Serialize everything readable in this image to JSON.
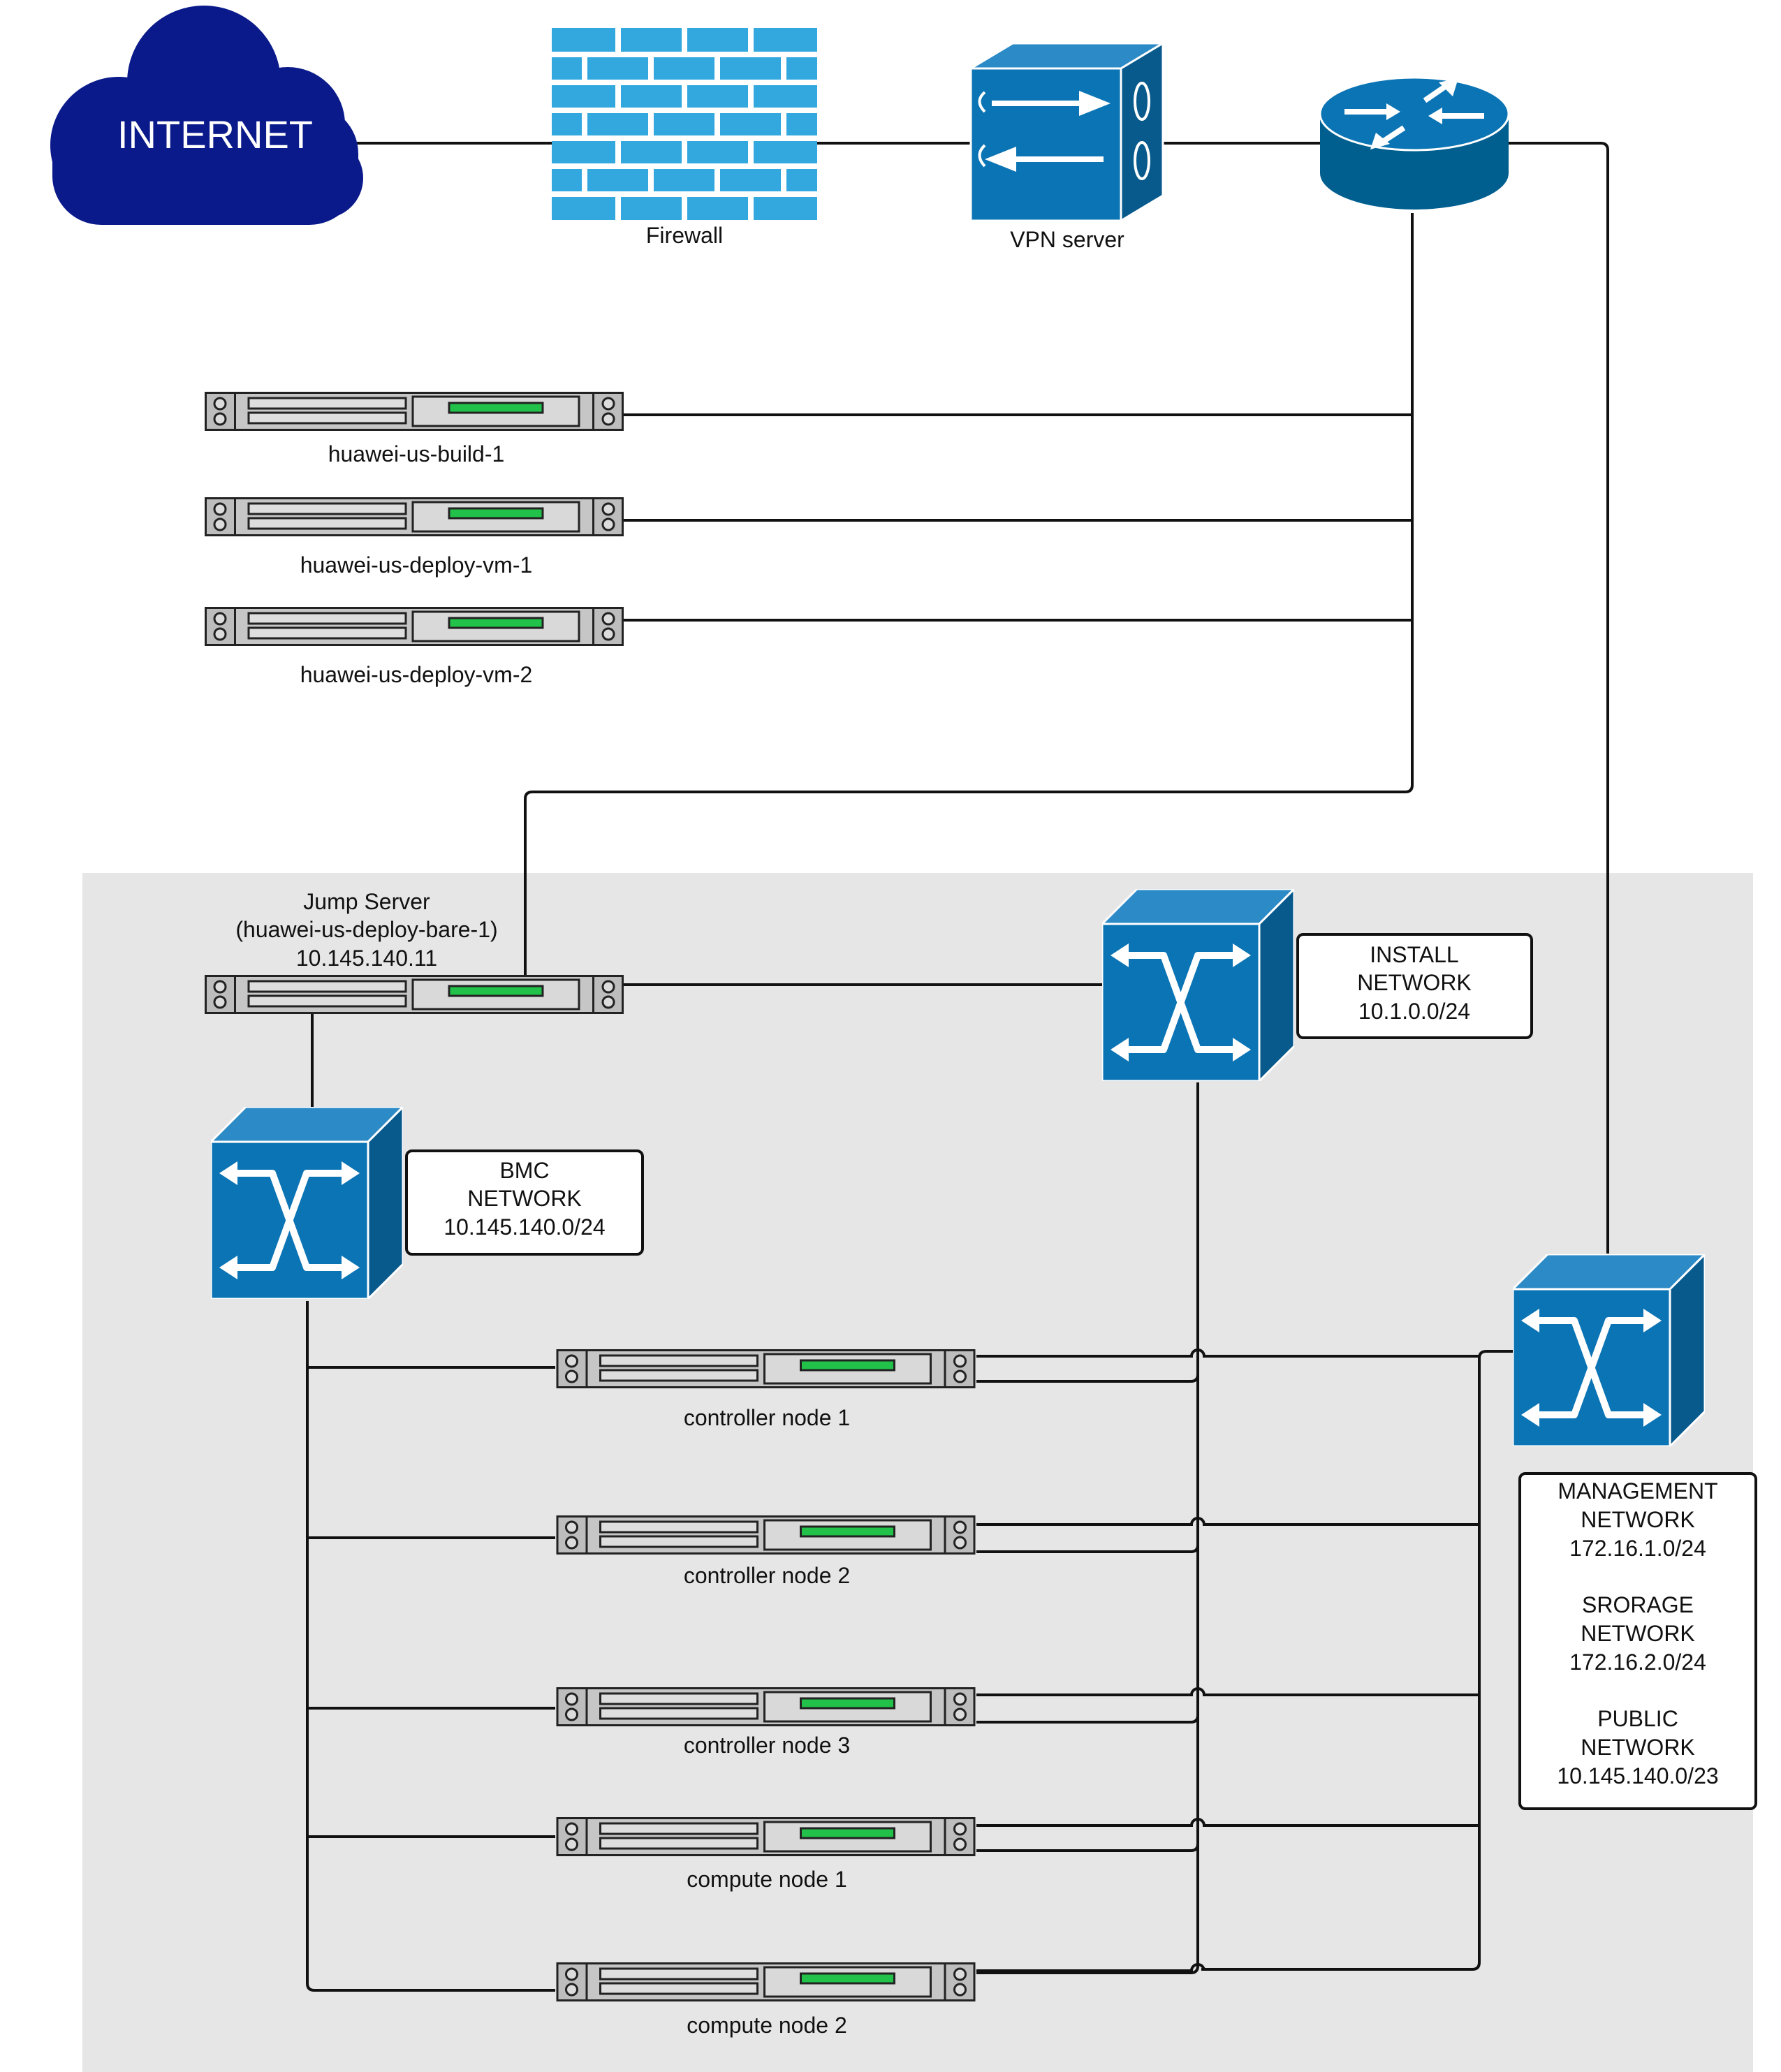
{
  "colors": {
    "blue": "#0b74b4",
    "blue_dark": "#085a8c",
    "cloud": "#0a1a8a",
    "firewall": "#32a8de",
    "router": "#005f8f",
    "zone": "#e6e6e6",
    "server_body": "#c6c6c6",
    "server_led": "#22c24a",
    "line": "#111111"
  },
  "top": {
    "internet": "INTERNET",
    "firewall": "Firewall",
    "vpn": "VPN server"
  },
  "servers_top": [
    "huawei-us-build-1",
    "huawei-us-deploy-vm-1",
    "huawei-us-deploy-vm-2"
  ],
  "jump": {
    "line1": "Jump Server",
    "line2": "(huawei-us-deploy-bare-1)",
    "line3": "10.145.140.11"
  },
  "networks": {
    "install": [
      "INSTALL",
      "NETWORK",
      "10.1.0.0/24"
    ],
    "bmc": [
      "BMC",
      "NETWORK",
      "10.145.140.0/24"
    ],
    "mgmt": [
      "MANAGEMENT",
      "NETWORK",
      "172.16.1.0/24",
      "",
      "SRORAGE",
      "NETWORK",
      "172.16.2.0/24",
      "",
      "PUBLIC",
      "NETWORK",
      "10.145.140.0/23"
    ]
  },
  "nodes": [
    "controller node 1",
    "controller node 2",
    "controller node 3",
    "compute node 1",
    "compute node 2"
  ]
}
